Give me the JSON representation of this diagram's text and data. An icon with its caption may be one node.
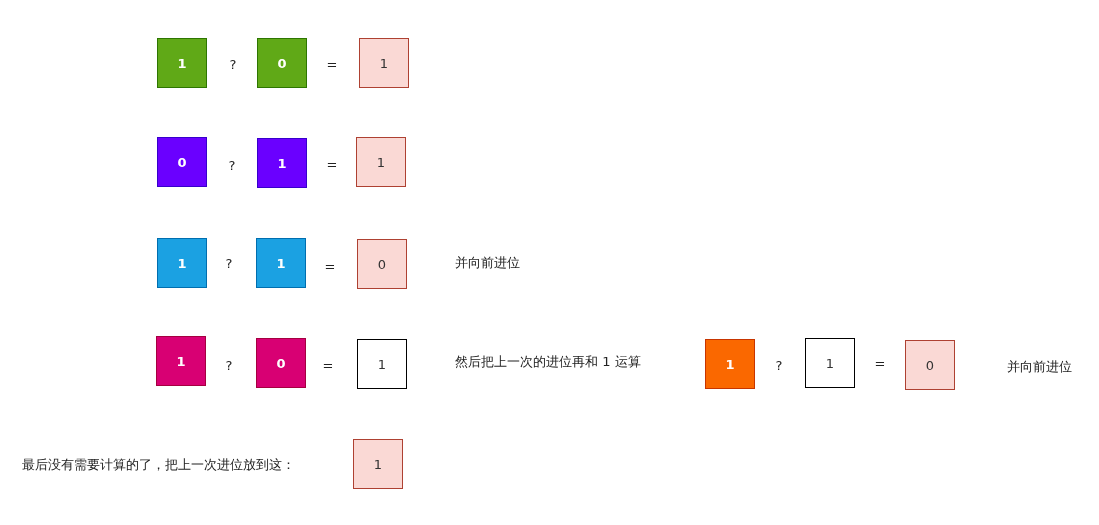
{
  "diagram": {
    "nodes": [
      {
        "text": [
          "1"
        ]
      },
      {
        "text": [
          "0"
        ]
      },
      {
        "text": [
          "1"
        ]
      },
      {
        "text": [
          "0"
        ]
      },
      {
        "text": [
          "1"
        ]
      },
      {
        "text": [
          "1"
        ]
      },
      {
        "text": [
          "1"
        ]
      },
      {
        "text": [
          "1"
        ]
      },
      {
        "text": [
          "0"
        ]
      },
      {
        "text": [
          "1"
        ]
      },
      {
        "text": [
          "0"
        ]
      },
      {
        "text": [
          "1"
        ]
      },
      {
        "text": [
          "1"
        ]
      },
      {
        "text": [
          "1"
        ]
      },
      {
        "text": [
          "0"
        ]
      },
      {
        "text": [
          "1"
        ]
      }
    ],
    "edges": [],
    "labels": [
      "?",
      "=",
      "?",
      "=",
      "?",
      "=",
      "并向前进位",
      "?",
      "=",
      "然后把上一次的进位再和 1 运算",
      "?",
      "=",
      "并向前进位",
      "最后没有需要计算的了，把上一次进位放到这："
    ]
  }
}
